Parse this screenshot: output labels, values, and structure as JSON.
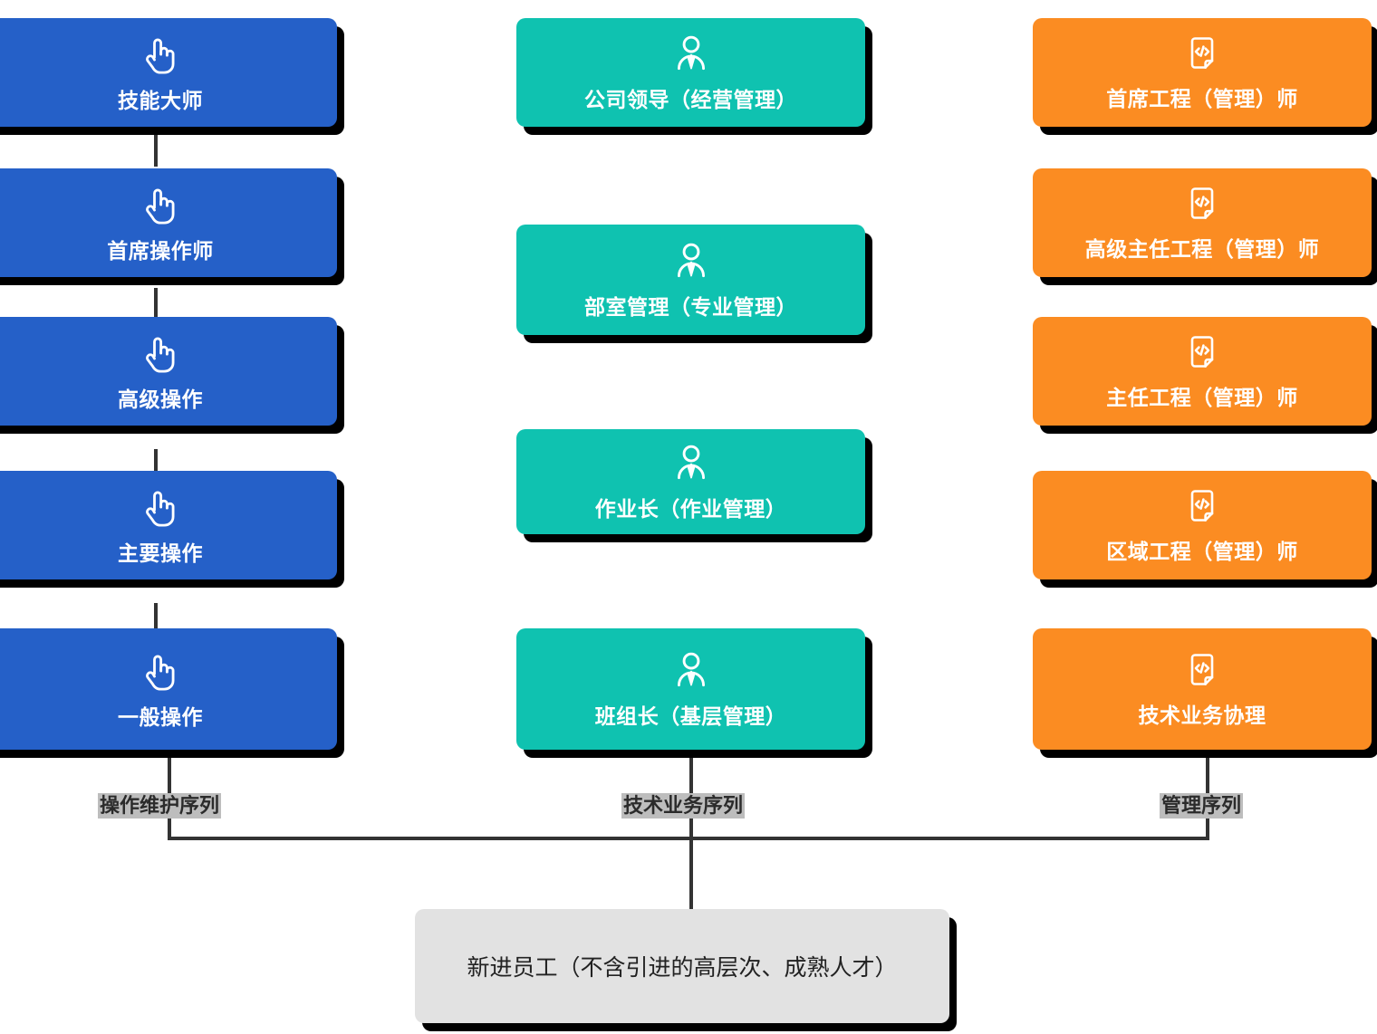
{
  "diagram": {
    "type": "org-career-ladder",
    "background": "#ffffff",
    "colors": {
      "operations": "#2560C8",
      "management": "#0FC2B0",
      "technical": "#FB8C22",
      "entry_box": "#e2e2e2",
      "connector": "#333333",
      "shadow": "#000000",
      "label_text": "#2b2b2b",
      "label_highlight": "#bdbdbd"
    },
    "columns": [
      {
        "key": "operations",
        "sequence_label": "操作维护序列",
        "icon": "tap-hand-icon",
        "color": "#2560C8",
        "levels": [
          {
            "label": "技能大师"
          },
          {
            "label": "首席操作师"
          },
          {
            "label": "高级操作"
          },
          {
            "label": "主要操作"
          },
          {
            "label": "一般操作"
          }
        ]
      },
      {
        "key": "management",
        "sequence_label": "技术业务序列",
        "icon": "person-tie-icon",
        "color": "#0FC2B0",
        "levels": [
          {
            "label": "公司领导（经营管理）"
          },
          {
            "label": "部室管理（专业管理）"
          },
          {
            "label": "作业长（作业管理）"
          },
          {
            "label": "班组长（基层管理）"
          }
        ]
      },
      {
        "key": "technical",
        "sequence_label": "管理序列",
        "icon": "code-document-icon",
        "color": "#FB8C22",
        "levels": [
          {
            "label": "首席工程（管理）师"
          },
          {
            "label": "高级主任工程（管理）师"
          },
          {
            "label": "主任工程（管理）师"
          },
          {
            "label": "区域工程（管理）师"
          },
          {
            "label": "技术业务协理"
          }
        ]
      }
    ],
    "entry": {
      "label": "新进员工（不含引进的高层次、成熟人才）"
    }
  }
}
